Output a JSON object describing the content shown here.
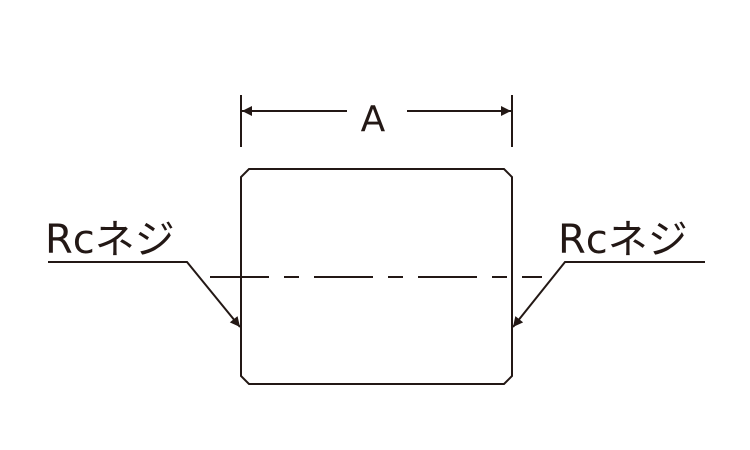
{
  "dimension_label": "A",
  "left_label": "Rcネジ",
  "right_label": "Rcネジ",
  "colors": {
    "line": "#231815",
    "background": "#ffffff"
  }
}
